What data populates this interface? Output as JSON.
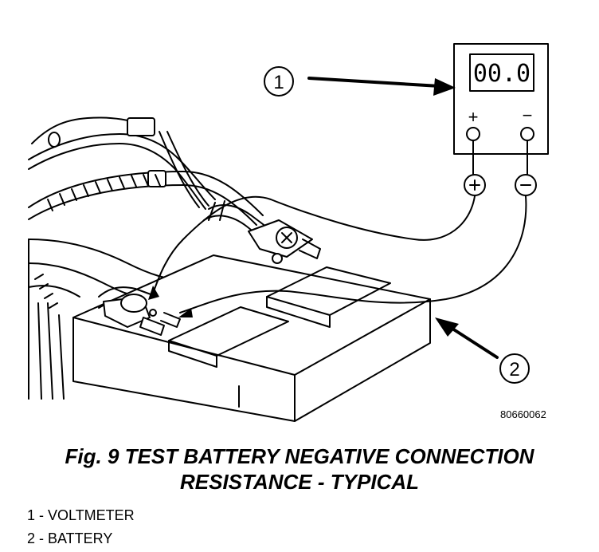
{
  "callouts": [
    {
      "number": "1"
    },
    {
      "number": "2"
    }
  ],
  "meter": {
    "display": "00.0",
    "plus_sign": "+",
    "minus_sign": "−"
  },
  "figure_id": "80660062",
  "caption": {
    "line1": "Fig. 9 TEST BATTERY NEGATIVE CONNECTION",
    "line2": "RESISTANCE - TYPICAL"
  },
  "legend": [
    {
      "text": "1 - VOLTMETER"
    },
    {
      "text": "2 - BATTERY"
    }
  ]
}
